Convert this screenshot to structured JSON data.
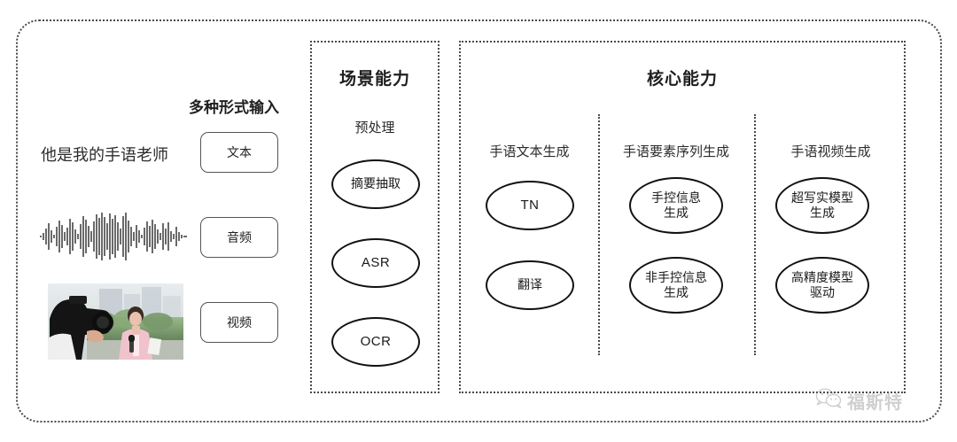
{
  "diagram": {
    "input_section": {
      "label": "多种形式输入",
      "sample_text": "他是我的手语老师",
      "modalities": [
        {
          "label": "文本",
          "media": "text"
        },
        {
          "label": "音频",
          "media": "waveform"
        },
        {
          "label": "视频",
          "media": "video-thumbnail"
        }
      ]
    },
    "scene_panel": {
      "title": "场景能力",
      "groups": [
        {
          "header": "预处理",
          "nodes": [
            {
              "label": "摘要抽取",
              "script": "cjk"
            },
            {
              "label": "ASR",
              "script": "latin"
            },
            {
              "label": "OCR",
              "script": "latin"
            }
          ]
        }
      ]
    },
    "core_panel": {
      "title": "核心能力",
      "columns": [
        {
          "header": "手语文本生成",
          "nodes": [
            {
              "label": "TN",
              "script": "latin"
            },
            {
              "label": "翻译",
              "script": "cjk"
            }
          ]
        },
        {
          "header": "手语要素序列生成",
          "nodes": [
            {
              "label": "手控信息\n生成",
              "script": "cjk"
            },
            {
              "label": "非手控信息\n生成",
              "script": "cjk"
            }
          ]
        },
        {
          "header": "手语视频生成",
          "nodes": [
            {
              "label": "超写实模型\n生成",
              "script": "cjk"
            },
            {
              "label": "高精度模型\n驱动",
              "script": "cjk"
            }
          ]
        }
      ]
    },
    "watermark": {
      "text": "福斯特",
      "icon": "wechat-icon"
    },
    "colors": {
      "border": "#4a4a4a",
      "node_outline": "#111111",
      "text": "#2b2b2b",
      "watermark": "#8e8e8e"
    }
  }
}
